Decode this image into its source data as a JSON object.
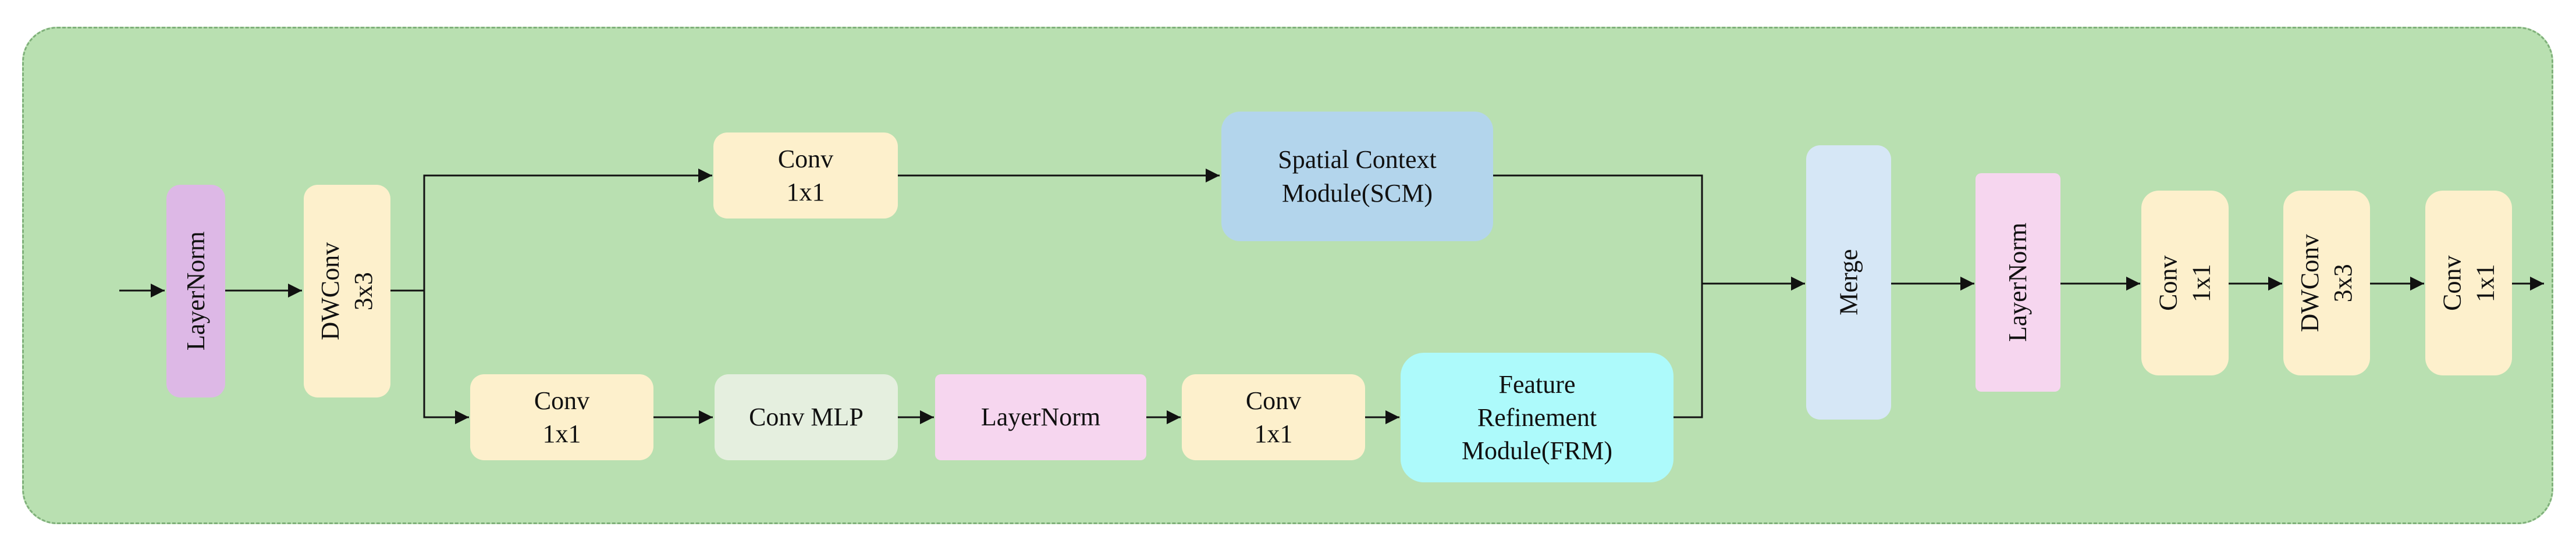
{
  "colors": {
    "panel": "#b9e0b1",
    "wire": "#111111",
    "layernorm_purple": "#ddb8e6",
    "layernorm_pink": "#f6d6ef",
    "conv_yellow": "#fdf0cc",
    "conv_mlp": "#e5efdf",
    "scm_blue": "#b3d5ec",
    "frm_cyan": "#adfafb",
    "merge_blue": "#d6e7f6"
  },
  "nodes": {
    "layernorm_in": "LayerNorm",
    "dwconv_in": "DWConv 3x3",
    "conv_top": "Conv\n1x1",
    "scm": "Spatial Context\nModule(SCM)",
    "conv_bottom_1": "Conv\n1x1",
    "conv_mlp": "Conv MLP",
    "layernorm_mid": "LayerNorm",
    "conv_bottom_2": "Conv\n1x1",
    "frm": "Feature\nRefinement\nModule(FRM)",
    "merge": "Merge",
    "layernorm_out": "LayerNorm",
    "conv_out_1": "Conv\n1x1",
    "dwconv_out": "DWConv\n3x3",
    "conv_out_2": "Conv\n1x1"
  }
}
